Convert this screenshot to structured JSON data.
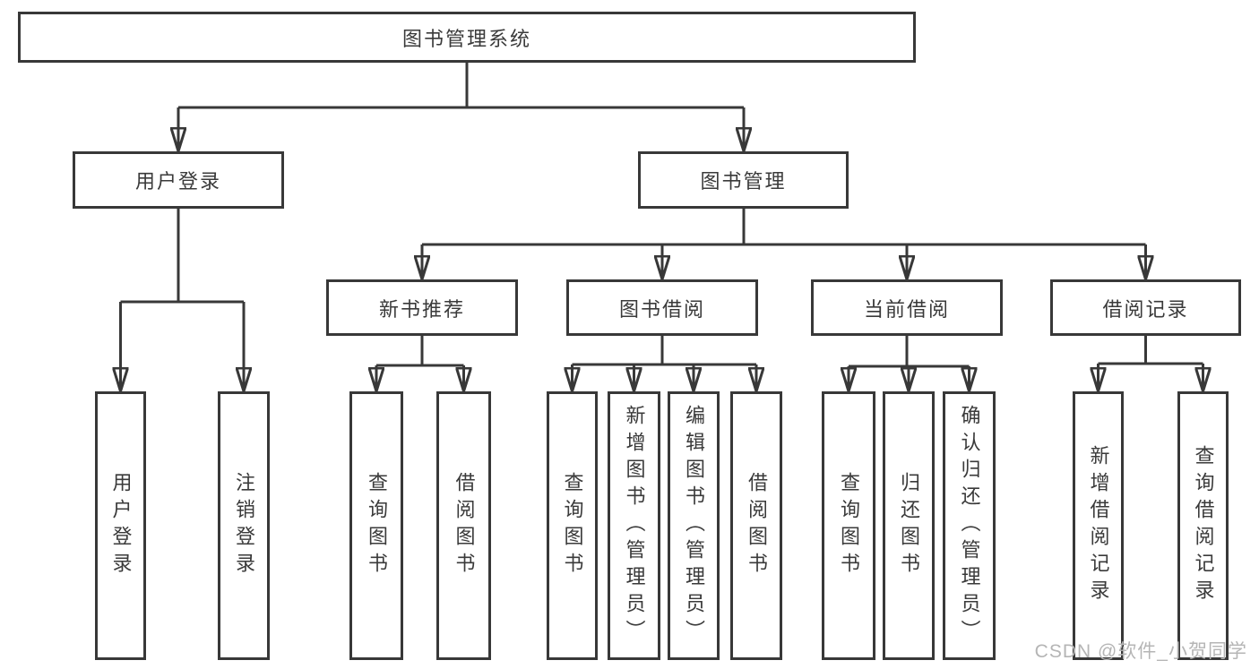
{
  "colors": {
    "line": "#383838",
    "box_border": "#383838",
    "text": "#3a3a3a",
    "watermark_text": "#b5b5b5",
    "background": "#ffffff"
  },
  "watermark": "CSDN @软件_小贺同学",
  "tree": {
    "root": {
      "label": "图书管理系统",
      "children": [
        {
          "label": "用户登录",
          "children": [
            {
              "label": "用户登录"
            },
            {
              "label": "注销登录"
            }
          ]
        },
        {
          "label": "图书管理",
          "children": [
            {
              "label": "新书推荐",
              "children": [
                {
                  "label": "查询图书"
                },
                {
                  "label": "借阅图书"
                }
              ]
            },
            {
              "label": "图书借阅",
              "children": [
                {
                  "label": "查询图书"
                },
                {
                  "label": "新增图书（管理员）"
                },
                {
                  "label": "编辑图书（管理员）"
                },
                {
                  "label": "借阅图书"
                }
              ]
            },
            {
              "label": "当前借阅",
              "children": [
                {
                  "label": "查询图书"
                },
                {
                  "label": "归还图书"
                },
                {
                  "label": "确认归还（管理员）"
                }
              ]
            },
            {
              "label": "借阅记录",
              "children": [
                {
                  "label": "新增借阅记录"
                },
                {
                  "label": "查询借阅记录"
                }
              ]
            }
          ]
        }
      ]
    }
  }
}
